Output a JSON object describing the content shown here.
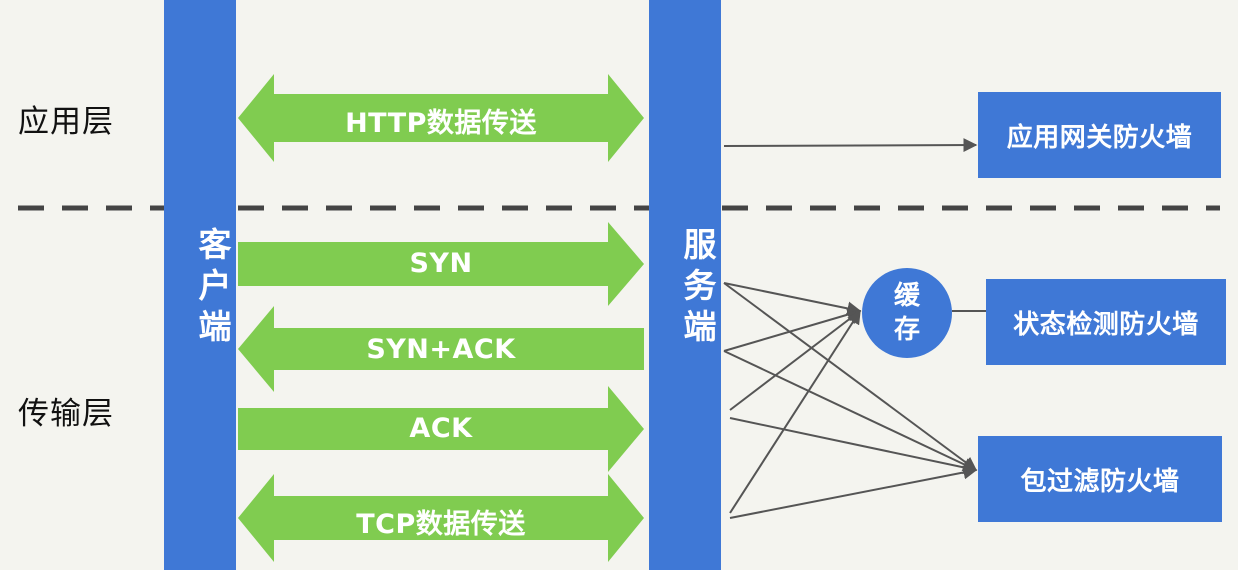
{
  "layers": {
    "application": "应用层",
    "transport": "传输层"
  },
  "client": {
    "label": "客户端"
  },
  "server": {
    "label": "服务端"
  },
  "arrows": {
    "http": "HTTP数据传送",
    "syn": "SYN",
    "synack": "SYN+ACK",
    "ack": "ACK",
    "tcp": "TCP数据传送"
  },
  "firewalls": {
    "app_gateway": "应用网关防火墙",
    "stateful": "状态检测防火墙",
    "packet_filter": "包过滤防火墙"
  },
  "cache": {
    "line1": "缓",
    "line2": "存"
  },
  "colors": {
    "blue": "#3f78d6",
    "green": "#80cc50",
    "line": "#555555",
    "background": "#f4f4ef"
  }
}
